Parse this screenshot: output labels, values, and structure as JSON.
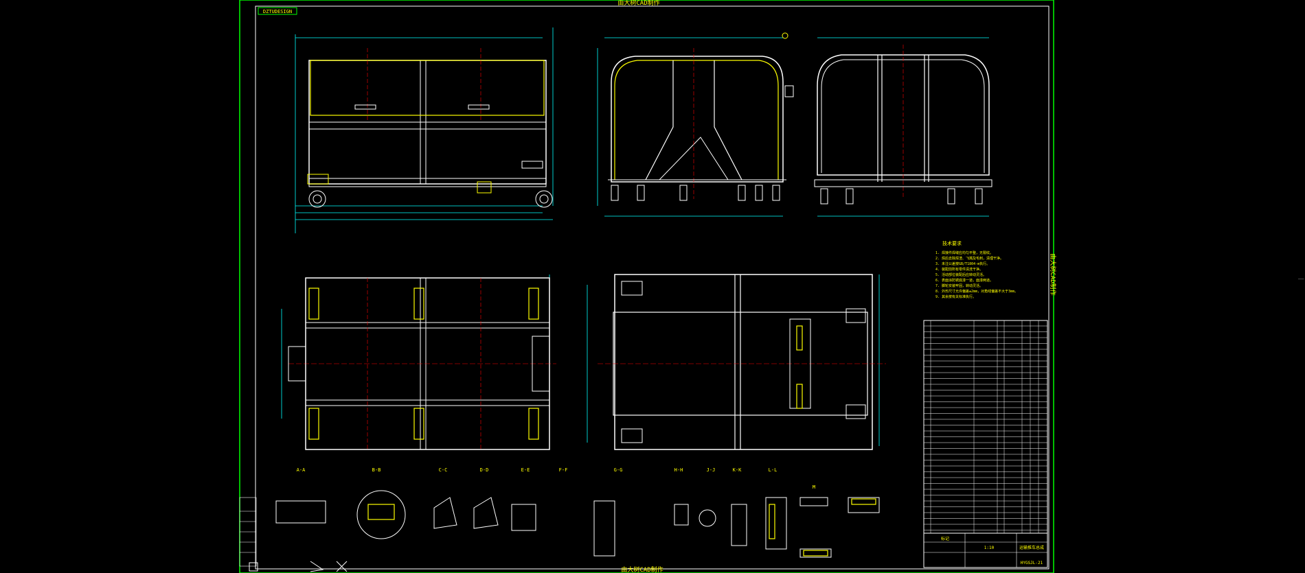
{
  "window": {
    "title": "CAD drawing viewport"
  },
  "drawing": {
    "header_title": "由大树CAD制作",
    "footer_title": "由大树CAD制作",
    "side_title": "由大树CAD制作",
    "corner_code": "DZTUDESIGN",
    "tech_requirements_title": "技术要求",
    "tech_requirements": [
      "1. 焊接件焊缝应均匀平整，无裂纹。",
      "2. 焊后去除焊渣、飞溅及毛刺，清理干净。",
      "3. 未注公差按GB/T1804-m执行。",
      "4. 装配前所有零件清洗干净。",
      "5. 活动部位装配后应转动灵活。",
      "6. 表面涂防锈底漆一道，面漆两道。",
      "7. 脚轮安装牢固，转动灵活。",
      "8. 外形尺寸允许偏差±2mm，对角线偏差不大于3mm。",
      "9. 其余按有关标准执行。"
    ],
    "title_block": {
      "name": "运输推车总成",
      "drawing_no": "HYGSJL-21",
      "label_left": "标记",
      "label_scale": "1:10"
    },
    "views": [
      {
        "label": "A-A"
      },
      {
        "label": "B-B"
      },
      {
        "label": "C-C"
      },
      {
        "label": "D-D"
      },
      {
        "label": "E-E"
      },
      {
        "label": "F-F"
      },
      {
        "label": "G-G"
      },
      {
        "label": "H-H"
      },
      {
        "label": "J-J"
      },
      {
        "label": "K-K"
      },
      {
        "label": "L-L"
      },
      {
        "label": "M"
      }
    ]
  },
  "colors": {
    "background": "#000000",
    "frame": "#00ff00",
    "geometry": "#ffffff",
    "dimension": "#00ffff",
    "center": "#ff0000",
    "highlight": "#ffff00"
  }
}
